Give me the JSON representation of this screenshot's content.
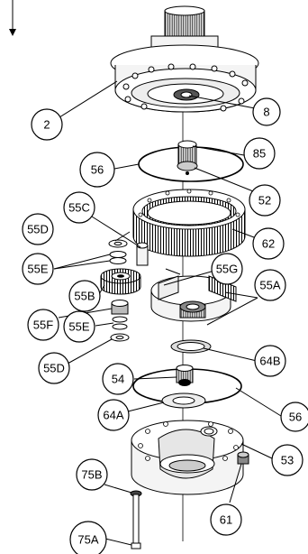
{
  "callouts": [
    {
      "id": "c2",
      "label": "2"
    },
    {
      "id": "c8",
      "label": "8"
    },
    {
      "id": "c85",
      "label": "85"
    },
    {
      "id": "c56a",
      "label": "56"
    },
    {
      "id": "c52",
      "label": "52"
    },
    {
      "id": "c55C",
      "label": "55C"
    },
    {
      "id": "c55D1",
      "label": "55D"
    },
    {
      "id": "c62",
      "label": "62"
    },
    {
      "id": "c55E1",
      "label": "55E"
    },
    {
      "id": "c55G",
      "label": "55G"
    },
    {
      "id": "c55A",
      "label": "55A"
    },
    {
      "id": "c55B",
      "label": "55B"
    },
    {
      "id": "c55F",
      "label": "55F"
    },
    {
      "id": "c55E2",
      "label": "55E"
    },
    {
      "id": "c55D2",
      "label": "55D"
    },
    {
      "id": "c64B",
      "label": "64B"
    },
    {
      "id": "c54",
      "label": "54"
    },
    {
      "id": "c64A",
      "label": "64A"
    },
    {
      "id": "c56b",
      "label": "56"
    },
    {
      "id": "c53",
      "label": "53"
    },
    {
      "id": "c75B",
      "label": "75B"
    },
    {
      "id": "c61",
      "label": "61"
    },
    {
      "id": "c75A",
      "label": "75A"
    }
  ]
}
